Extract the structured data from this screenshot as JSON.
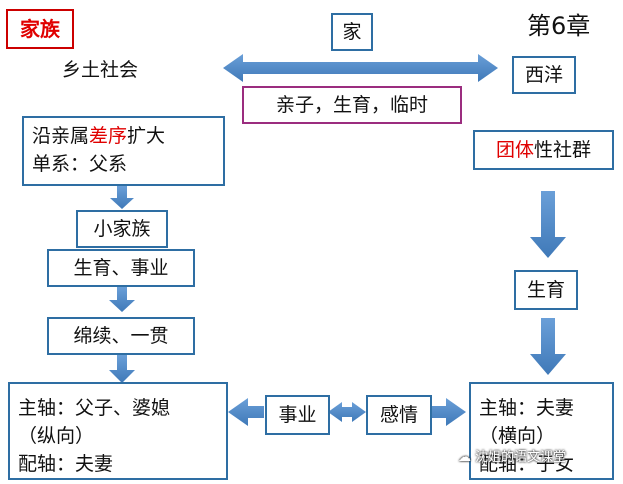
{
  "title_left": "家族",
  "chapter": "第6章",
  "top_center": "家",
  "left_root": "乡土社会",
  "right_root": "西洋",
  "center_note": "亲子，生育，临时",
  "left_box1": {
    "line1_a": "沿亲属",
    "line1_b": "差序",
    "line1_c": "扩大",
    "line2": "单系：父系"
  },
  "left_small_family": "小家族",
  "left_box_birth": "生育、事业",
  "left_box_continue": "绵续、一贯",
  "left_bottom": {
    "line1": "主轴：父子、婆媳",
    "line2": "（纵向）",
    "line3": "配轴：夫妻"
  },
  "middle_business": "事业",
  "middle_emotion": "感情",
  "right_box1": {
    "part_a": "团体",
    "part_b": "性社群"
  },
  "right_birth": "生育",
  "right_bottom": {
    "line1": "主轴：夫妻",
    "line2": "（横向）",
    "line3": "配轴：子女"
  },
  "watermark": "沈姐的语文课堂",
  "colors": {
    "box_border": "#2e6ea3",
    "arrow": "#4f86c6",
    "accent_red": "#e00000",
    "title_border": "#cc0000",
    "note_border": "#9b2d7f"
  }
}
